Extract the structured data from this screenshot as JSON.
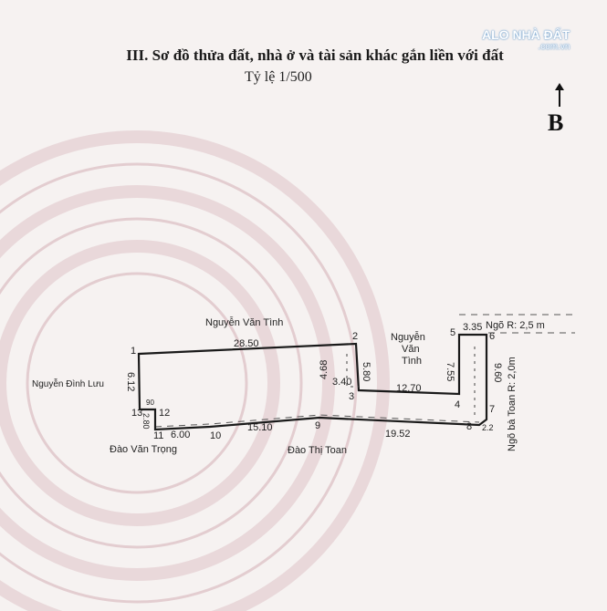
{
  "header": {
    "title": "III. Sơ đồ thửa đất, nhà ở và tài sản khác gắn liền với đất",
    "scale": "Tỷ lệ 1/500",
    "north_label": "B"
  },
  "watermark": {
    "brand": "ALO NHÀ ĐẤT",
    "domain": ".com.vn"
  },
  "plot": {
    "points": [
      "1",
      "2",
      "3",
      "4",
      "5",
      "6",
      "7",
      "8",
      "9",
      "10",
      "11",
      "12",
      "13"
    ],
    "edge_lengths": {
      "e1_2": "28.50",
      "e2_3": "5.80",
      "e_inner_height": "4.68",
      "e_inner_width": "3.40",
      "e3_4": "12.70",
      "e4_5": "7.55",
      "e5_6": "3.35",
      "e6_7": "9.60",
      "e8_9": "19.52",
      "e9_10": "15.10",
      "e10_11": "6.00",
      "e11_12": "2.80",
      "e12_13": "90",
      "e13_1": "6.12",
      "e7_8": "2.2"
    },
    "neighbors": {
      "north_1": "Nguyễn Văn Tình",
      "north_2": "Nguyễn\nVăn\nTình",
      "west": "Nguyễn Đình Lưu",
      "south_west": "Đào Văn Trọng",
      "south": "Đào Thị Toan"
    },
    "roads": {
      "north_east": "Ngõ  R: 2,5 m",
      "east": "Ngõ bà Toan R: 2,0m"
    }
  }
}
